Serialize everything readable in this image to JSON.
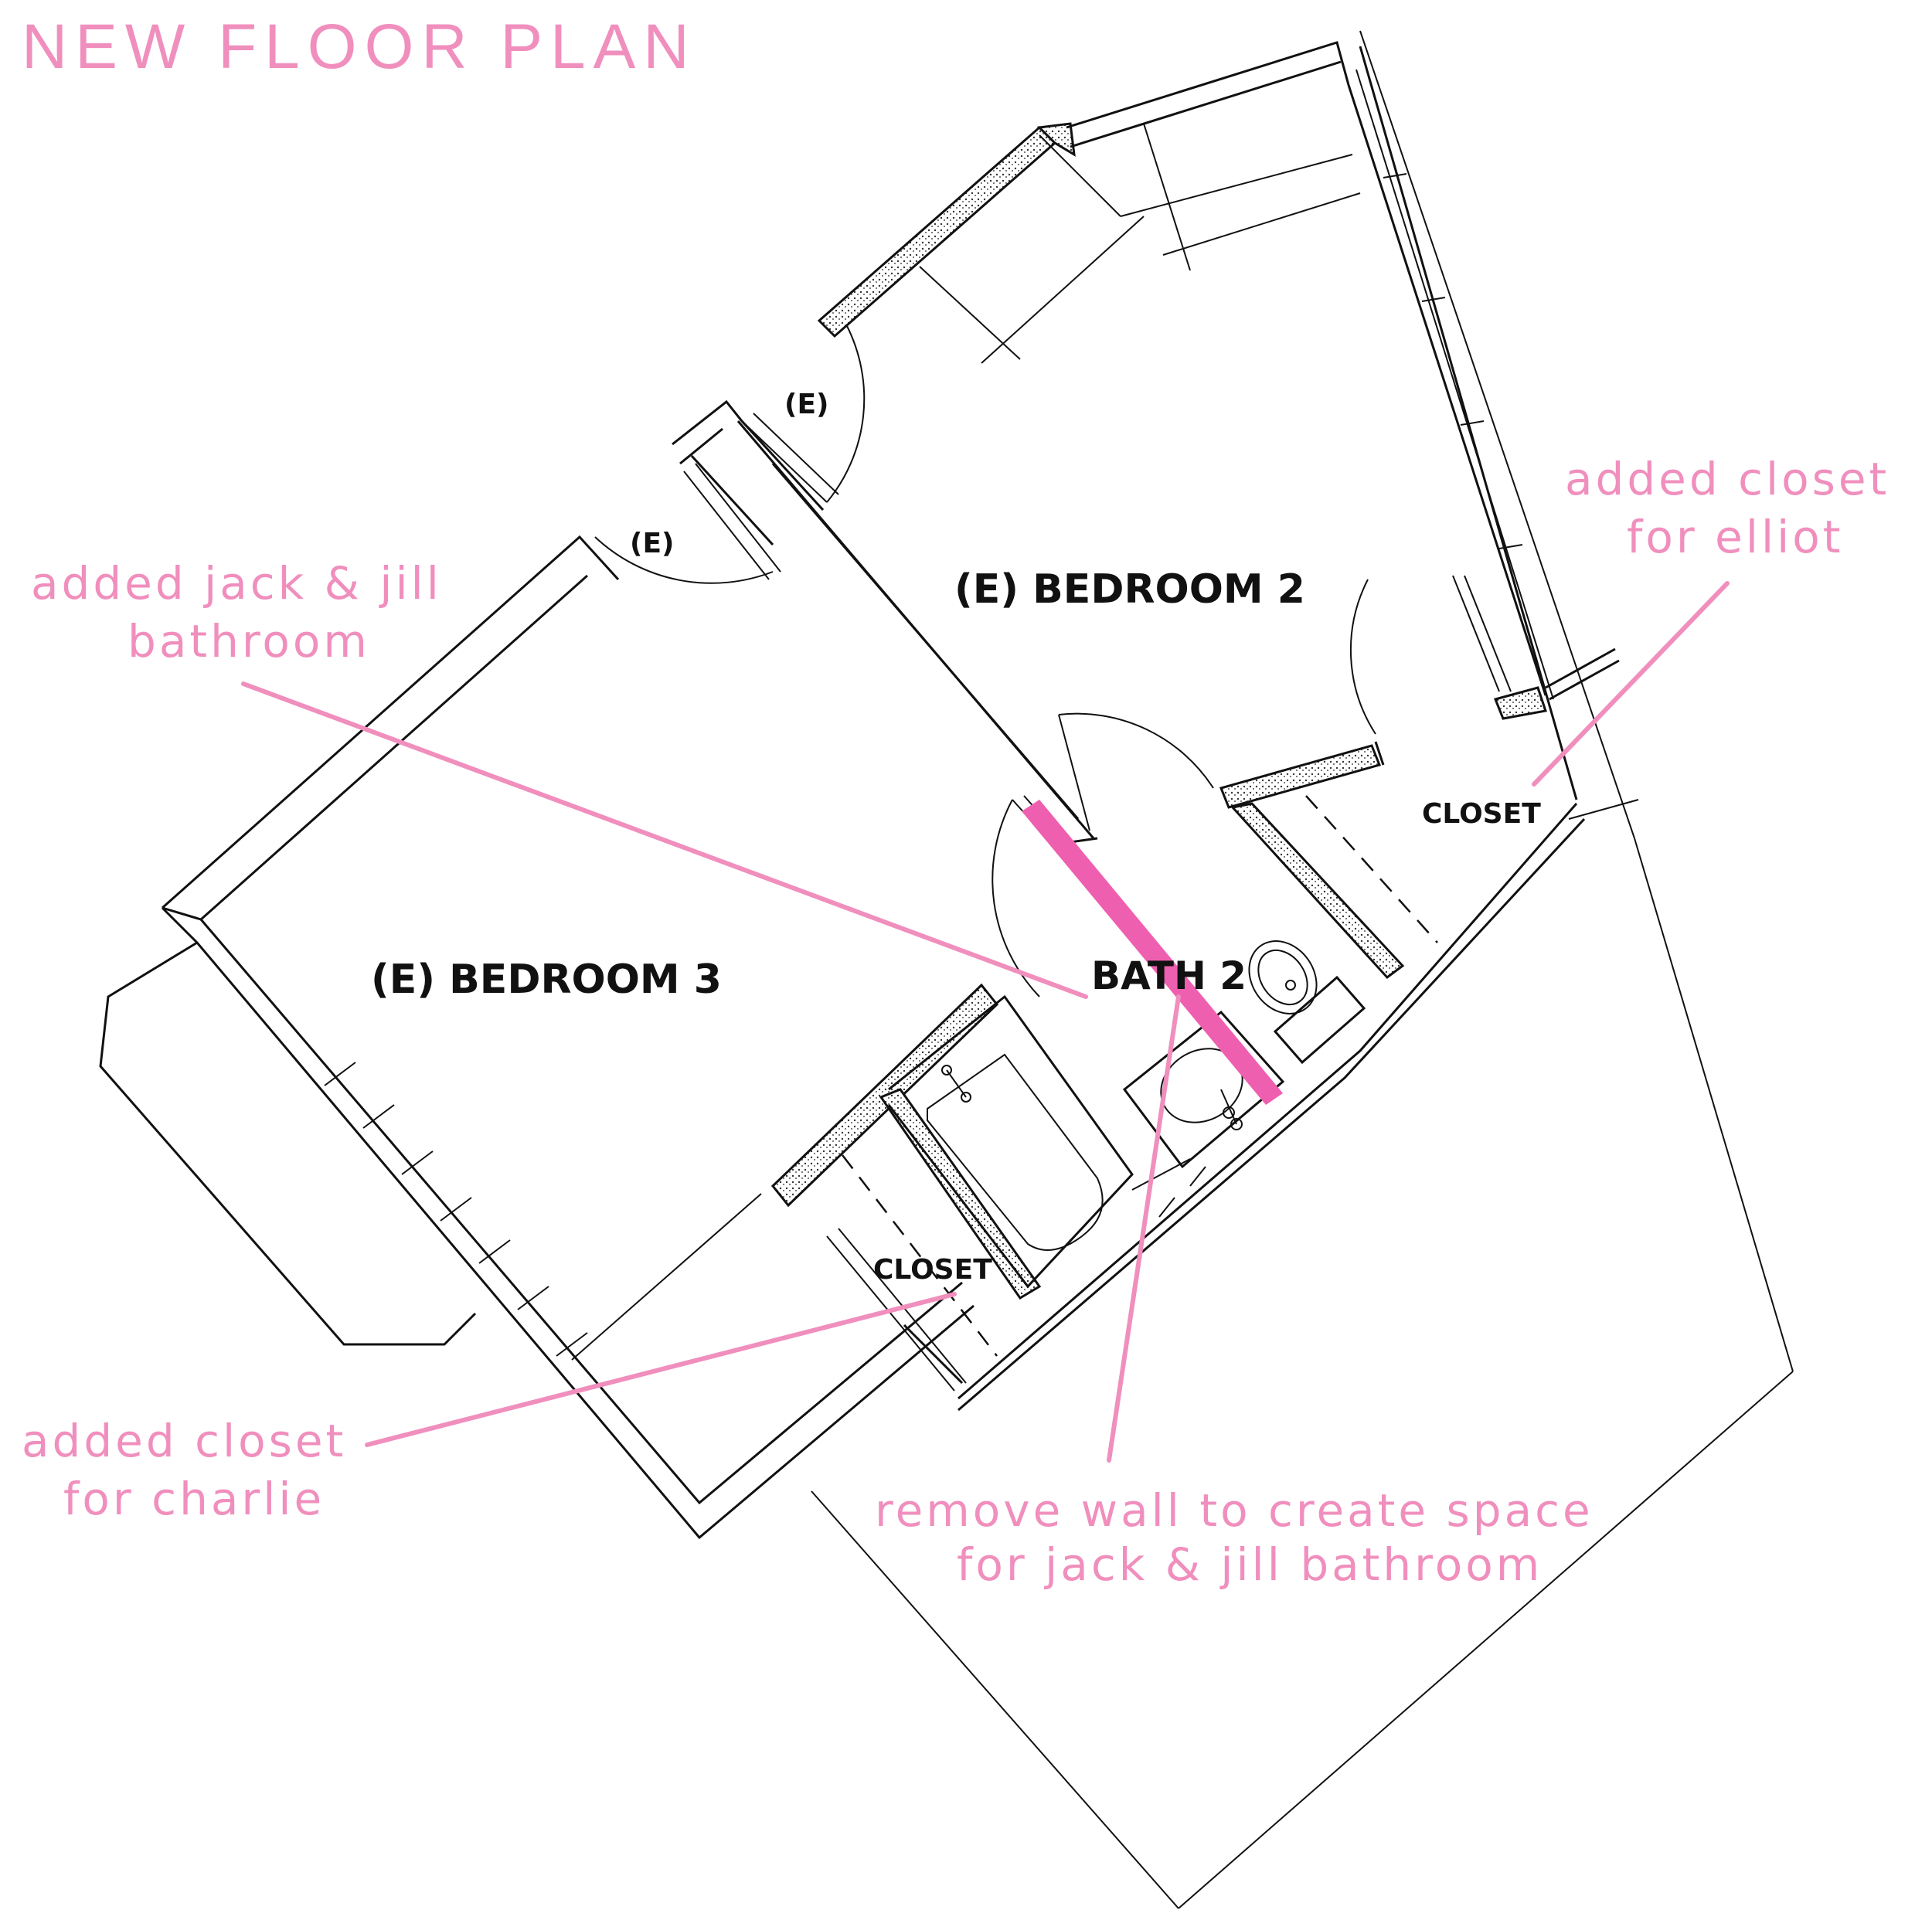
{
  "title": "NEW FLOOR PLAN",
  "rooms": {
    "bedroom2": "(E) BEDROOM 2",
    "bedroom3": "(E) BEDROOM 3",
    "bath2": "BATH 2",
    "closet_right": "CLOSET",
    "closet_left": "CLOSET",
    "door_tag_upper": "(E)",
    "door_tag_lower": "(E)"
  },
  "annotations": {
    "jack_jill": [
      "added jack & jill",
      "bathroom"
    ],
    "closet_elliot": [
      "added closet",
      "for elliot"
    ],
    "closet_charlie": [
      "added closet",
      "for charlie"
    ],
    "remove_wall": [
      "remove wall to create space",
      "for jack & jill bathroom"
    ]
  },
  "colors": {
    "annotation": "#f08fbd",
    "removed_wall": "#ef5fb0",
    "linework": "#111111"
  }
}
